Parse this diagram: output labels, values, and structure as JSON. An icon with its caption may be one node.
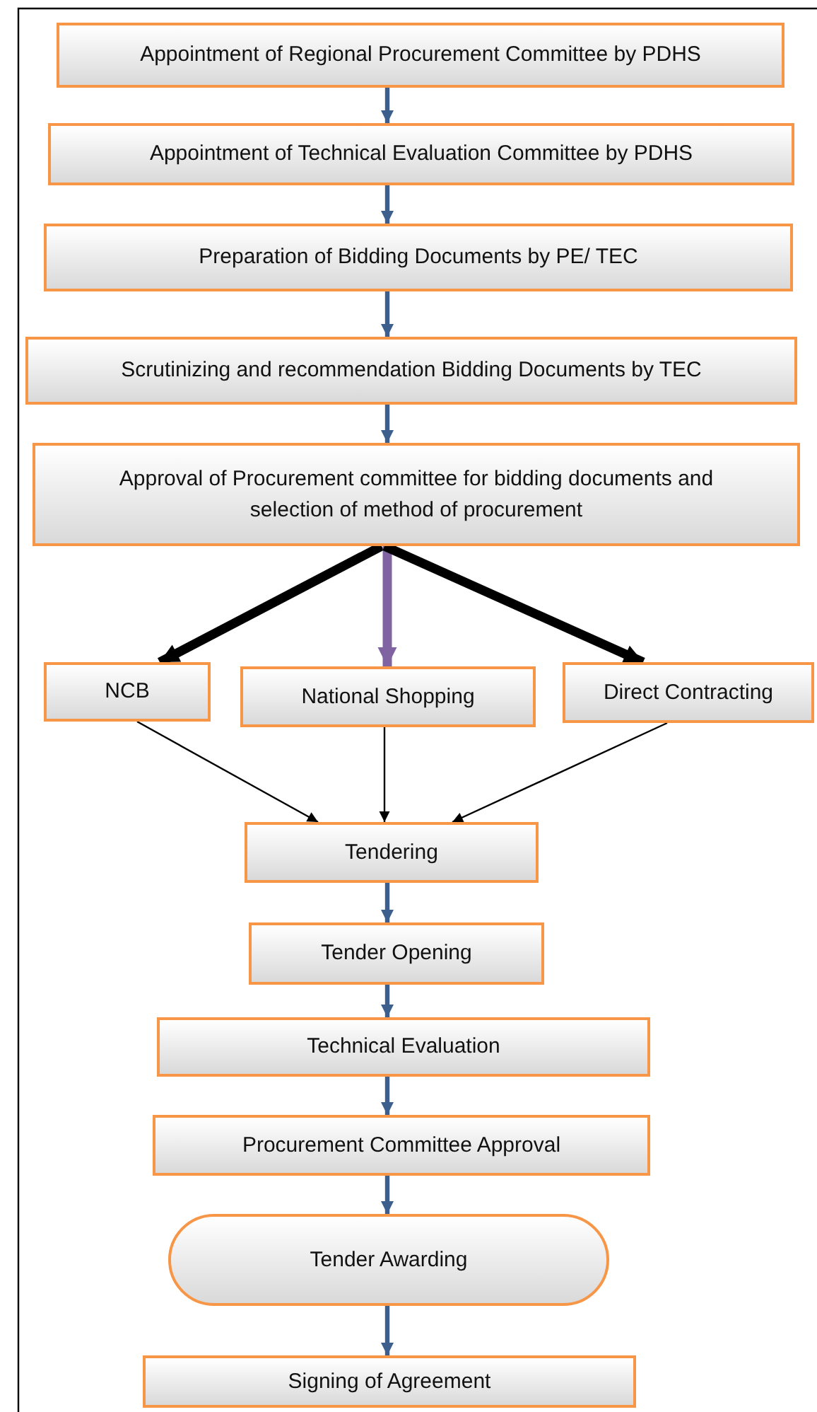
{
  "diagram": {
    "nodes": [
      {
        "text": [
          "Appointment of Regional Procurement Committee by PDHS"
        ]
      },
      {
        "text": [
          "Appointment of Technical Evaluation Committee by PDHS"
        ]
      },
      {
        "text": [
          "Preparation of Bidding Documents by PE/ TEC"
        ]
      },
      {
        "text": [
          "Scrutinizing and recommendation Bidding Documents by TEC"
        ]
      },
      {
        "text": [
          "Approval of Procurement committee for bidding documents and selection of method of procurement"
        ]
      },
      {
        "text": [
          "NCB"
        ]
      },
      {
        "text": [
          "National Shopping"
        ]
      },
      {
        "text": [
          "Direct Contracting"
        ]
      },
      {
        "text": [
          "Tendering"
        ]
      },
      {
        "text": [
          "Tender Opening"
        ]
      },
      {
        "text": [
          "Technical Evaluation"
        ]
      },
      {
        "text": [
          "Procurement Committee Approval"
        ]
      },
      {
        "text": [
          "Tender Awarding"
        ]
      },
      {
        "text": [
          "Signing of Agreement"
        ]
      }
    ],
    "edges": [
      {
        "from": 0,
        "to": 1,
        "arrow": "to"
      },
      {
        "from": 1,
        "to": 2,
        "arrow": "to"
      },
      {
        "from": 2,
        "to": 3,
        "arrow": "to"
      },
      {
        "from": 3,
        "to": 4,
        "arrow": "to"
      },
      {
        "from": 4,
        "to": 5,
        "arrow": "to",
        "style": "thick",
        "color": "#000000"
      },
      {
        "from": 4,
        "to": 6,
        "arrow": "to",
        "style": "thick",
        "color": "#8064a2"
      },
      {
        "from": 4,
        "to": 7,
        "arrow": "to",
        "style": "thick",
        "color": "#000000"
      },
      {
        "from": 5,
        "to": 8,
        "arrow": "to",
        "color": "#000000"
      },
      {
        "from": 6,
        "to": 8,
        "arrow": "to",
        "color": "#000000"
      },
      {
        "from": 7,
        "to": 8,
        "arrow": "to",
        "color": "#000000"
      },
      {
        "from": 8,
        "to": 9,
        "arrow": "to"
      },
      {
        "from": 9,
        "to": 10,
        "arrow": "to"
      },
      {
        "from": 10,
        "to": 11,
        "arrow": "to"
      },
      {
        "from": 11,
        "to": 12,
        "arrow": "to"
      },
      {
        "from": 12,
        "to": 13,
        "arrow": "to"
      }
    ]
  }
}
